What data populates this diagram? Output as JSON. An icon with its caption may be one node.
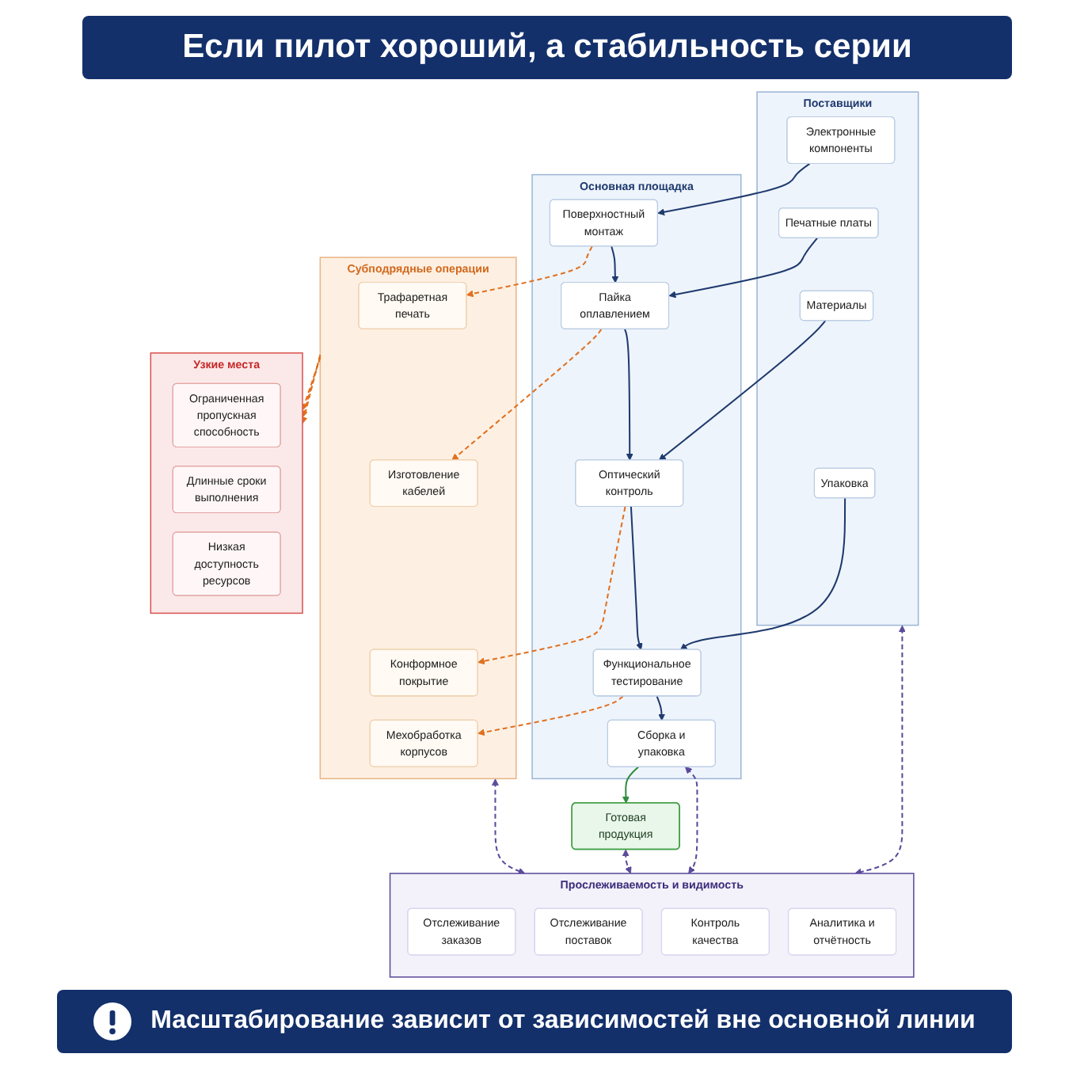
{
  "diagram": {
    "title": "Если пилот хороший, а стабильность серии",
    "caption": "Масштабирование зависит от зависимостей вне основной линии",
    "nodes": [
      {
        "text": [
          "Поставщики"
        ]
      },
      {
        "text": [
          "Электронные компоненты"
        ],
        "in": 0
      },
      {
        "text": [
          "Печатные платы"
        ],
        "in": 0
      },
      {
        "text": [
          "Материалы"
        ],
        "in": 0
      },
      {
        "text": [
          "Упаковка"
        ],
        "in": 0
      },
      {
        "text": [
          "Основная площадка"
        ]
      },
      {
        "text": [
          "Поверхностный монтаж"
        ],
        "in": 5
      },
      {
        "text": [
          "Пайка оплавлением"
        ],
        "in": 5
      },
      {
        "text": [
          "Оптический контроль"
        ],
        "in": 5
      },
      {
        "text": [
          "Функциональное тестирование"
        ],
        "in": 5
      },
      {
        "text": [
          "Сборка и упаковка"
        ],
        "in": 5
      },
      {
        "text": [
          "Готовая продукция"
        ]
      },
      {
        "text": [
          "Субподрядные операции"
        ]
      },
      {
        "text": [
          "Трафаретная печать"
        ],
        "in": 12
      },
      {
        "text": [
          "Изготовление кабелей"
        ],
        "in": 12
      },
      {
        "text": [
          "Конформное покрытие"
        ],
        "in": 12
      },
      {
        "text": [
          "Мехобработка корпусов"
        ],
        "in": 12
      },
      {
        "text": [
          "Узкие места"
        ]
      },
      {
        "text": [
          "Ограниченная пропускная способность"
        ],
        "in": 17
      },
      {
        "text": [
          "Длинные сроки выполнения"
        ],
        "in": 17
      },
      {
        "text": [
          "Низкая доступность ресурсов"
        ],
        "in": 17
      },
      {
        "text": [
          "Прослеживаемость и видимость"
        ]
      },
      {
        "text": [
          "Отслеживание заказов"
        ],
        "in": 21
      },
      {
        "text": [
          "Отслеживание поставок"
        ],
        "in": 21
      },
      {
        "text": [
          "Контроль качества"
        ],
        "in": 21
      },
      {
        "text": [
          "Аналитика и отчётность"
        ],
        "in": 21
      }
    ],
    "edges": [
      {
        "from": 1,
        "to": 6,
        "arrow": "to"
      },
      {
        "from": 2,
        "to": 7,
        "arrow": "to"
      },
      {
        "from": 3,
        "to": 8,
        "arrow": "to"
      },
      {
        "from": 4,
        "to": 9,
        "arrow": "to"
      },
      {
        "from": 6,
        "to": 7,
        "arrow": "to"
      },
      {
        "from": 7,
        "to": 8,
        "arrow": "to"
      },
      {
        "from": 8,
        "to": 9,
        "arrow": "to"
      },
      {
        "from": 9,
        "to": 10,
        "arrow": "to"
      },
      {
        "from": 10,
        "to": 11,
        "arrow": "to",
        "color": "#2e8b3e"
      },
      {
        "from": 6,
        "to": 13,
        "arrow": "to",
        "style": "dashed",
        "color": "#e07020"
      },
      {
        "from": 7,
        "to": 14,
        "arrow": "to",
        "style": "dashed",
        "color": "#e07020"
      },
      {
        "from": 8,
        "to": 15,
        "arrow": "to",
        "style": "dashed",
        "color": "#e07020"
      },
      {
        "from": 9,
        "to": 16,
        "arrow": "to",
        "style": "dashed",
        "color": "#e07020"
      },
      {
        "from": 12,
        "to": 17,
        "arrow": "to",
        "style": "dashed",
        "color": "#e07020"
      },
      {
        "from": 12,
        "to": 17,
        "arrow": "to",
        "style": "dashed",
        "color": "#e07020"
      },
      {
        "from": 12,
        "to": 17,
        "arrow": "to",
        "style": "dashed",
        "color": "#e07020"
      },
      {
        "from": 0,
        "to": 21,
        "arrow": "both",
        "style": "dashed",
        "color": "#5b4a9b"
      },
      {
        "from": 10,
        "to": 21,
        "arrow": "both",
        "style": "dashed",
        "color": "#5b4a9b"
      },
      {
        "from": 11,
        "to": 21,
        "arrow": "both",
        "style": "dashed",
        "color": "#5b4a9b"
      },
      {
        "from": 12,
        "to": 21,
        "arrow": "both",
        "style": "dashed",
        "color": "#5b4a9b"
      }
    ]
  }
}
